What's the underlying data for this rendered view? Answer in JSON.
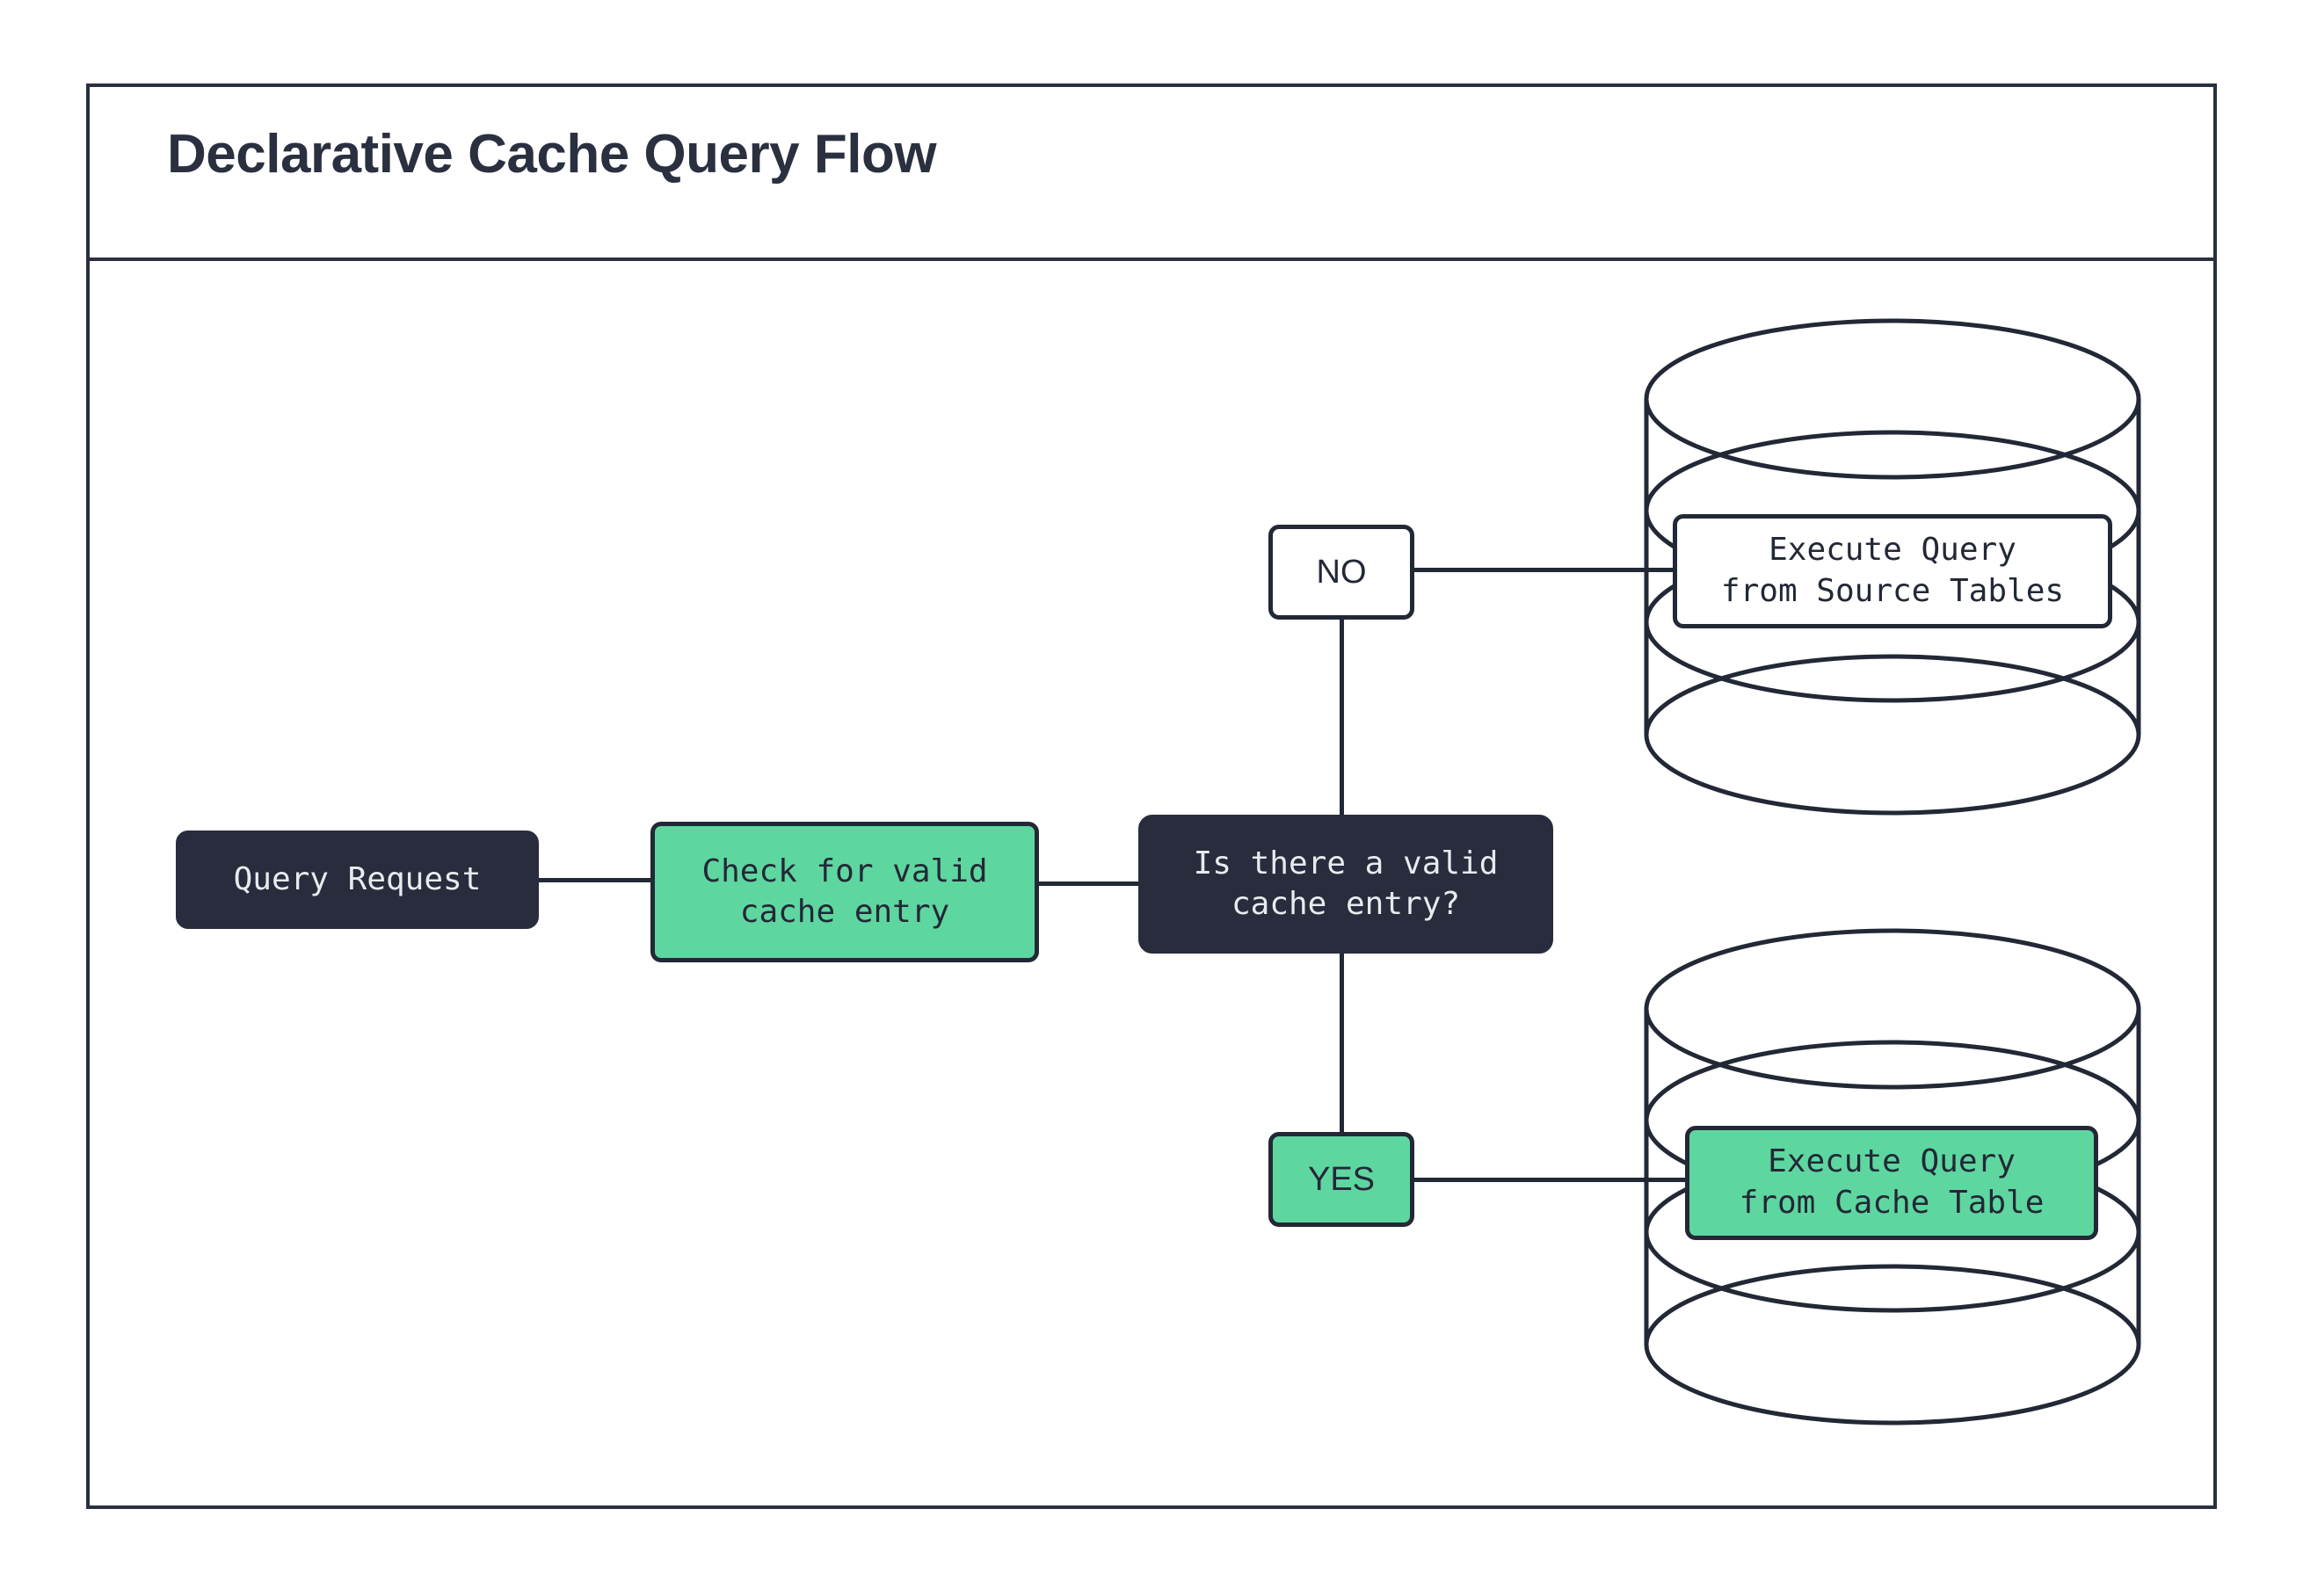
{
  "diagram": {
    "title": "Declarative Cache Query Flow",
    "colors": {
      "accent_green": "#5ED6A0",
      "dark": "#282C3C",
      "stroke": "#232836",
      "background": "#FFFFFF"
    },
    "nodes": {
      "query_request": "Query Request",
      "check_cache": "Check for valid\ncache entry",
      "decision": "Is there a valid\ncache entry?",
      "branch_no": "NO",
      "branch_yes": "YES",
      "source_db_label": "Execute Query\nfrom Source Tables",
      "cache_db_label": "Execute Query\nfrom Cache Table"
    },
    "shapes": {
      "source_db": "database-cylinder",
      "cache_db": "database-cylinder"
    },
    "flow": [
      {
        "from": "Query Request",
        "to": "Check for valid cache entry"
      },
      {
        "from": "Check for valid cache entry",
        "to": "Is there a valid cache entry?"
      },
      {
        "from": "Is there a valid cache entry?",
        "to": "Execute Query from Source Tables",
        "label": "NO"
      },
      {
        "from": "Is there a valid cache entry?",
        "to": "Execute Query from Cache Table",
        "label": "YES"
      }
    ]
  }
}
